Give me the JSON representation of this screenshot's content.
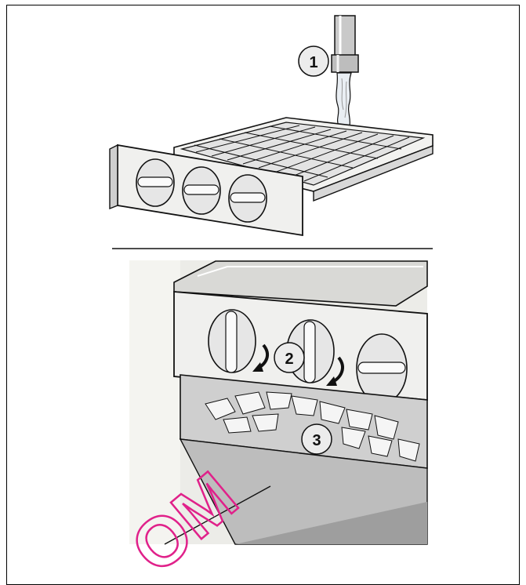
{
  "steps": {
    "step1": "1",
    "step2": "2",
    "step3": "3"
  },
  "watermark": {
    "text": "OM",
    "color": "#e0218a"
  },
  "colors": {
    "line": "#111111",
    "panel_bg": "#ecece8",
    "compartment_shade": "#d6d6d6",
    "tray_face": "#f2f2f0"
  },
  "icons": {
    "tap": "water-tap-icon",
    "arrow_curved": "curved-arrow-icon",
    "arrow_pull": "pull-arrow-icon"
  }
}
